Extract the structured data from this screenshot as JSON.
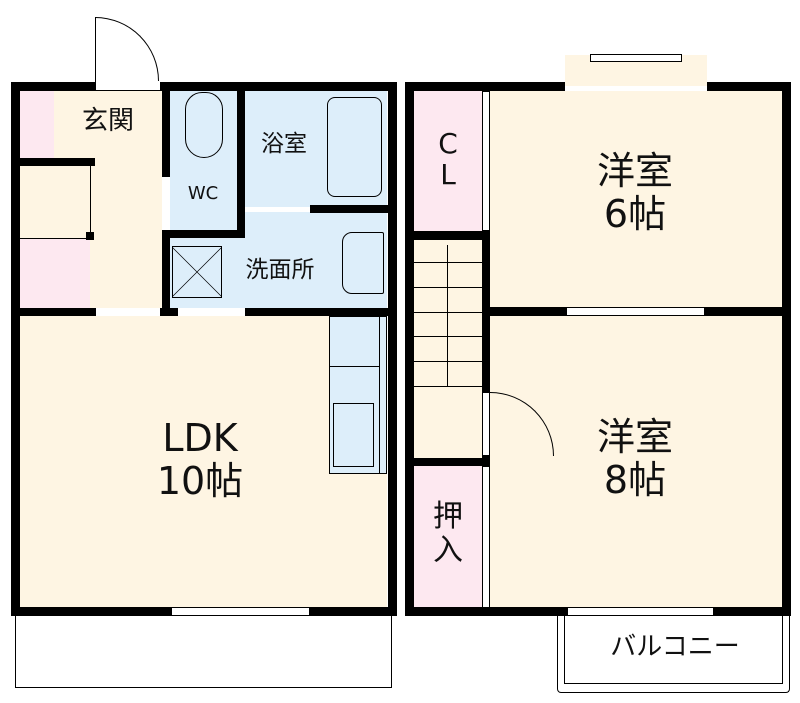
{
  "floor_plan": {
    "floor1": {
      "genkan": {
        "label": "玄関"
      },
      "wc": {
        "label": "WC"
      },
      "bath": {
        "label": "浴室"
      },
      "washroom": {
        "label": "洗面所"
      },
      "ldk": {
        "label": "LDK\n10帖"
      }
    },
    "floor2": {
      "closet": {
        "label": "C\nL"
      },
      "western6": {
        "label": "洋室\n6帖"
      },
      "western8": {
        "label": "洋室\n8帖"
      },
      "oshiire": {
        "label": "押\n入"
      },
      "balcony": {
        "label": "バルコニー"
      }
    },
    "colors": {
      "wall": "#000000",
      "living_floor": "#fef5e3",
      "wet_area": "#ddeefa",
      "storage": "#fde8f0"
    }
  }
}
